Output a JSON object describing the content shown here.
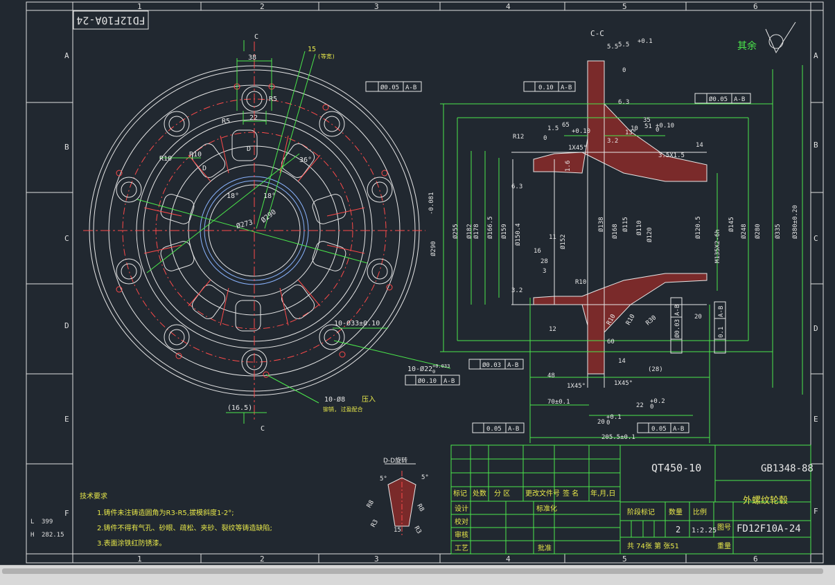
{
  "drawing": {
    "col_labels": [
      "1",
      "2",
      "3",
      "4",
      "5",
      "6"
    ],
    "row_labels": [
      "A",
      "B",
      "C",
      "D",
      "E",
      "F"
    ],
    "stamp_code": "FD12F10A-24",
    "coords": {
      "l_label": "L",
      "l_value": "399",
      "h_label": "H",
      "h_value": "282.15"
    },
    "section_cc": "C-C",
    "cut_c": "C",
    "section_dd": "D-D旋转",
    "roughness_note": "其余",
    "left_view": {
      "dims": [
        "38",
        "22",
        "15",
        "(等宽)",
        "R5",
        "R5",
        "R10",
        "R10",
        "D",
        "D",
        "36°",
        "18°",
        "18°",
        "Ø273",
        "Ø290",
        "10-Ø33±0.10",
        "10-Ø22",
        "+0.033",
        "0",
        "10-Ø8",
        "压入",
        "铆销, 过盈配合",
        "(16.5)",
        "C",
        "C"
      ],
      "tol_position": [
        "Ø0.10",
        "A-B"
      ],
      "tol_runout": [
        "Ø0.03",
        "A-B"
      ]
    },
    "section_view": {
      "dims": [
        "5.5",
        "5.5",
        "+0.1",
        "0",
        "6.3",
        "1.5",
        "65",
        "+0.10",
        "0",
        "1X45°",
        "R12",
        "3.2",
        "35",
        "13°",
        "10",
        "51",
        "+0.10",
        "0",
        "3.5X1.5",
        "14",
        "Ø290",
        "-0.081",
        "Ø255",
        "Ø182",
        "Ø178",
        "Ø166.5",
        "Ø159",
        "Ø150.4",
        "Ø152",
        "Ø138",
        "Ø168",
        "Ø115",
        "Ø110",
        "Ø120",
        "Ø120.5",
        "M135X2-6h",
        "Ø145",
        "Ø248",
        "Ø280",
        "Ø335",
        "Ø380±0.20",
        "11",
        "16",
        "28",
        "3",
        "R10",
        "R10",
        "R10",
        "R30",
        "60",
        "14",
        "(28)",
        "20",
        "12",
        "48",
        "1X45°",
        "1X45°",
        "70±0.1",
        "22",
        "+0.2",
        "0",
        "20",
        "+0.1",
        "0",
        "205.5±0.1",
        "3.2",
        "1.6",
        "6.3"
      ],
      "tol_a": [
        "Ø0.05",
        "A-B"
      ],
      "tol_b": [
        "0.10",
        "A-B"
      ],
      "tol_c": [
        "Ø0.05",
        "A-B"
      ],
      "tol_d": [
        "0.05",
        "A-B"
      ],
      "tol_e": [
        "0.05",
        "A-B"
      ],
      "tol_f": [
        "Ø0.03",
        "A-B"
      ],
      "tol_g": [
        "0.1",
        "A-B"
      ]
    },
    "dd_view": {
      "dims": [
        "5°",
        "5°",
        "R8",
        "R8",
        "R3",
        "R3",
        "15"
      ]
    },
    "tech_requirements": {
      "title": "技术要求",
      "items": [
        "1.铸件未注铸造圆角为R3-R5,拔模斜度1-2°;",
        "2.铸件不得有气孔、砂眼、疏松、夹砂、裂纹等铸造缺陷;",
        "3.表面涂铁红防锈漆。"
      ]
    },
    "title_block": {
      "material": "QT450-10",
      "standard": "GB1348-88",
      "part_name": "外螺纹轮毂",
      "drawing_no": "FD12F10A-24",
      "headers": [
        "标记",
        "处数",
        "分 区",
        "更改文件号",
        "签 名",
        "年,月,日"
      ],
      "rows": [
        "设计",
        "校对",
        "审核",
        "工艺"
      ],
      "mid": [
        "标准化",
        "批准"
      ],
      "stage": "阶段标记",
      "weight": "重量",
      "quantity_label": "数量",
      "quantity": "2",
      "scale_label": "比例",
      "scale": "1:2.25",
      "code_label": "图号",
      "sheet": "共  74张  第   张51",
      "mass": "重量"
    }
  }
}
